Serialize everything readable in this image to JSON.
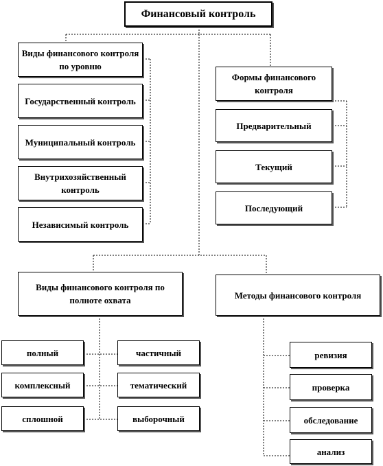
{
  "title": "Финансовый контроль",
  "level": {
    "heading": "Виды финансового контроля по уровню",
    "items": [
      "Государственный контроль",
      "Муниципальный контроль",
      "Внутрихозяйственный контроль",
      "Независимый контроль"
    ]
  },
  "forms": {
    "heading": "Формы финансового контроля",
    "items": [
      "Предварительный",
      "Текущий",
      "Последующий"
    ]
  },
  "coverage": {
    "heading": "Виды финансового контроля по полноте охвата",
    "left": [
      "полный",
      "комплексный",
      "сплошной"
    ],
    "right": [
      "частичный",
      "тематический",
      "выборочный"
    ]
  },
  "methods": {
    "heading": "Методы финансового контроля",
    "items": [
      "ревизия",
      "проверка",
      "обследование",
      "анализ"
    ]
  }
}
